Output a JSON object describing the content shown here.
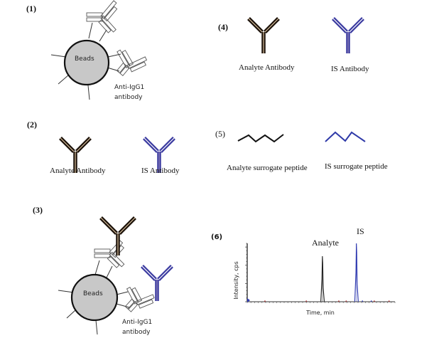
{
  "panels": {
    "p1": {
      "label": "(1)",
      "bead_label": "Beads",
      "anti_label_line1": "Anti-IgG1",
      "anti_label_line2": "antibody"
    },
    "p2": {
      "label": "(2)",
      "analyte_label": "Analyte Antibody",
      "is_label": "IS Antibody"
    },
    "p3": {
      "label": "(3)",
      "bead_label": "Beads",
      "anti_label_line1": "Anti-IgG1",
      "anti_label_line2": "antibody"
    },
    "p4": {
      "label": "(4)",
      "analyte_label": "Analyte Antibody",
      "is_label": "IS Antibody"
    },
    "p5": {
      "label": "(5)",
      "analyte_label": "Analyte surrogate peptide",
      "is_label": "IS surrogate peptide"
    },
    "p6": {
      "label": "(6)",
      "analyte_peak_label": "Analyte",
      "is_peak_label": "IS",
      "ylabel": "Intensity, cps",
      "xlabel": "Time, min"
    }
  },
  "colors": {
    "analyte": "#1a1008",
    "analyte_inner": "#d9c2a0",
    "is": "#3a3aa0",
    "is_inner": "#9c90c0",
    "bead_fill": "#c8c8c8",
    "peptide_analyte": "#111111",
    "peptide_is": "#2f3aa8"
  },
  "chart_data": {
    "type": "line",
    "title": "",
    "xlabel": "Time, min",
    "ylabel": "Intensity, cps",
    "xlim": [
      0,
      100
    ],
    "ylim": [
      0,
      100
    ],
    "series": [
      {
        "name": "Analyte",
        "color": "#222222",
        "peak_x": 51,
        "peak_height": 78,
        "width": 1.2
      },
      {
        "name": "IS",
        "color": "#2f3ab0",
        "peak_x": 74,
        "peak_height": 100,
        "width": 1.2
      }
    ],
    "annotations": [
      "Analyte",
      "IS"
    ]
  }
}
